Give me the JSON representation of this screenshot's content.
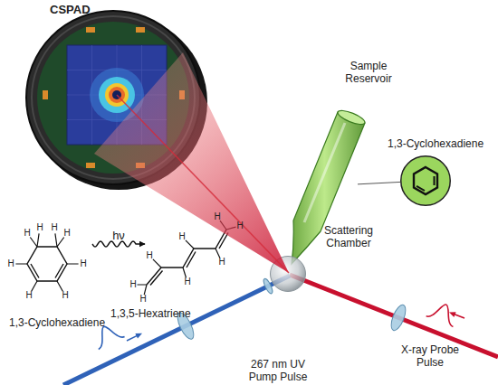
{
  "diagram": {
    "nodes": [
      {
        "text": [
          "CSPAD"
        ]
      },
      {
        "text": [
          "Sample Reservoir"
        ]
      },
      {
        "text": [
          "1,3-Cyclohexadiene"
        ]
      },
      {
        "text": [
          "Scattering Chamber"
        ]
      },
      {
        "text": [
          "1,3-Cyclohexadiene"
        ]
      },
      {
        "text": [
          "1,3,5-Hexatriene"
        ]
      }
    ],
    "edges": [
      {
        "from": 1,
        "to": 2,
        "arrow": "none"
      },
      {
        "from": 4,
        "to": 5,
        "label": "hν",
        "arrow": "to"
      }
    ],
    "labels": [
      "H",
      "H",
      "H",
      "H",
      "H",
      "H",
      "H",
      "H",
      "H",
      "H",
      "H",
      "H",
      "H",
      "H",
      "H",
      "H",
      "267 nm UV Pump Pulse",
      "X-ray Probe Pulse"
    ]
  }
}
